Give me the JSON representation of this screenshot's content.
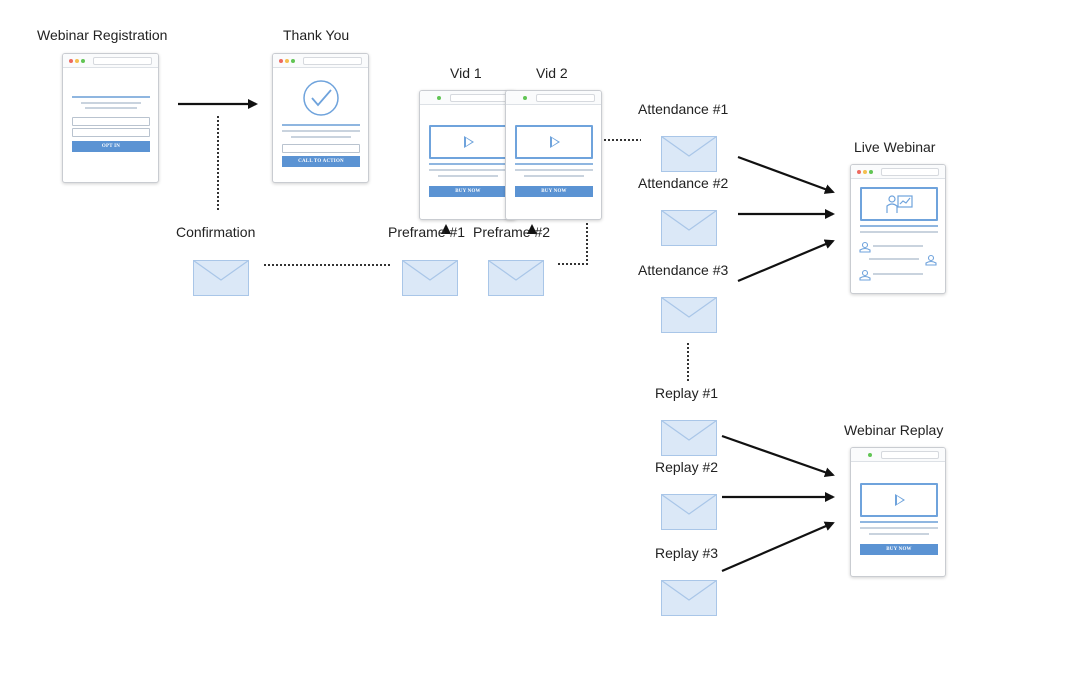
{
  "labels": {
    "webinar_registration": "Webinar Registration",
    "thank_you": "Thank You",
    "vid1": "Vid 1",
    "vid2": "Vid 2",
    "attendance1": "Attendance #1",
    "attendance2": "Attendance #2",
    "attendance3": "Attendance #3",
    "live_webinar": "Live Webinar",
    "confirmation": "Confirmation",
    "preframe1": "Preframe #1",
    "preframe2": "Preframe #2",
    "replay1": "Replay #1",
    "replay2": "Replay #2",
    "replay3": "Replay #3",
    "webinar_replay": "Webinar Replay"
  },
  "buttons": {
    "opt_in": "OPT IN",
    "call_to_action": "CALL TO ACTION",
    "buy_now_vid1": "BUY NOW",
    "buy_now_vid2": "BUY NOW",
    "buy_now_replay": "BUY NOW"
  },
  "colors": {
    "envelope_fill": "#dbe8f7",
    "envelope_stroke": "#a9c6e8",
    "accent_blue": "#5b93d3",
    "arrow": "#111111",
    "dot_red": "#ee6a5f",
    "dot_yellow": "#f4bf4f",
    "dot_green": "#61c554"
  },
  "icons": {
    "email": "envelope-icon",
    "video": "play-icon",
    "success": "checkmark-icon",
    "presenter": "presentation-icon",
    "attendee": "person-icon"
  }
}
